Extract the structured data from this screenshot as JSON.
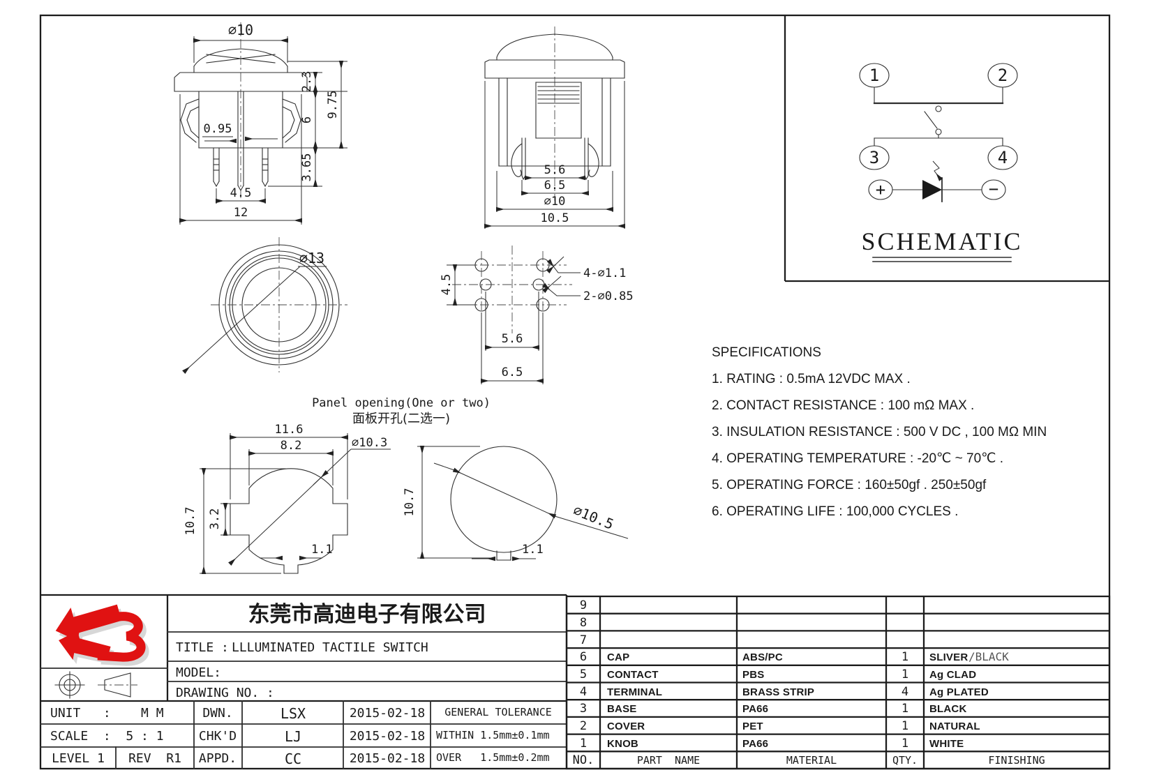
{
  "views": {
    "front": {
      "dia_cap": "∅10",
      "flange_h": "2.3",
      "total_h": "9.75",
      "body_h": "6",
      "pin_w": "0.95",
      "pin_len": "3.65",
      "pin_pitch": "4.5",
      "mount_w": "12"
    },
    "side": {
      "pin_span": "5.6",
      "clip_span": "6.5",
      "dia": "∅10",
      "overall_w": "10.5"
    },
    "top": {
      "dia": "∅13"
    },
    "pin_layout": {
      "row_pitch": "4.5",
      "col_pitch": "5.6",
      "outer_pitch": "6.5",
      "corner_holes": "4-∅1.1",
      "led_holes": "2-∅0.85"
    },
    "panel_opening": {
      "caption_en": "Panel opening(One or two)",
      "caption_cn": "面板开孔(二选一)",
      "a": {
        "overall_w": "11.6",
        "flat_w": "8.2",
        "dia": "∅10.3",
        "notch_h": "3.2",
        "h": "10.7",
        "tab_w": "1.1"
      },
      "b": {
        "h": "10.7",
        "dia": "∅10.5",
        "tab_w": "1.1"
      }
    }
  },
  "schematic": {
    "label": "SCHEMATIC",
    "t1": "1",
    "t2": "2",
    "t3": "3",
    "t4": "4",
    "plus": "+",
    "minus": "−"
  },
  "specifications": {
    "heading": "SPECIFICATIONS",
    "items": [
      "1. RATING : 0.5mA 12VDC MAX .",
      "2. CONTACT RESISTANCE : 100 mΩ MAX .",
      "3. INSULATION RESISTANCE : 500 V DC , 100 MΩ MIN",
      "4. OPERATING TEMPERATURE : -20℃ ~ 70℃ .",
      "5. OPERATING FORCE : 160±50gf . 250±50gf",
      "6. OPERATING LIFE : 100,000 CYCLES ."
    ]
  },
  "title_block": {
    "company": "东莞市高迪电子有限公司",
    "title_label": "TITLE :",
    "title": "LLLUMINATED TACTILE SWITCH",
    "model_label": "MODEL:",
    "drawing_label": "DRAWING NO. :",
    "unit_label": "UNIT   :    M M",
    "dwn_label": "DWN.",
    "dwn_by": "LSX",
    "dwn_date": "2015-02-18",
    "tol_heading": "GENERAL TOLERANCE",
    "scale_label": "SCALE  :  5 : 1",
    "chk_label": "CHK'D",
    "chk_by": "LJ",
    "chk_date": "2015-02-18",
    "tol_within": "WITHIN 1.5mm±0.1mm",
    "level_label": "LEVEL 1",
    "rev_label": "REV  R1",
    "appd_label": "APPD.",
    "appd_by": "CC",
    "appd_date": "2015-02-18",
    "tol_over": "OVER   1.5mm±0.2mm"
  },
  "parts_table": {
    "header": {
      "no": "NO.",
      "part": "PART  NAME",
      "material": "MATERIAL",
      "qty": "QTY.",
      "finishing": "FINISHING"
    },
    "rows": [
      {
        "no": "9",
        "part": "",
        "material": "",
        "qty": "",
        "finishing": "",
        "finishing_note": ""
      },
      {
        "no": "8",
        "part": "",
        "material": "",
        "qty": "",
        "finishing": "",
        "finishing_note": ""
      },
      {
        "no": "7",
        "part": "",
        "material": "",
        "qty": "",
        "finishing": "",
        "finishing_note": ""
      },
      {
        "no": "6",
        "part": "CAP",
        "material": "ABS/PC",
        "qty": "1",
        "finishing": "SLIVER",
        "finishing_note": "/BLACK"
      },
      {
        "no": "5",
        "part": "CONTACT",
        "material": "PBS",
        "qty": "1",
        "finishing": "Ag CLAD",
        "finishing_note": ""
      },
      {
        "no": "4",
        "part": "TERMINAL",
        "material": "BRASS STRIP",
        "qty": "4",
        "finishing": "Ag PLATED",
        "finishing_note": ""
      },
      {
        "no": "3",
        "part": "BASE",
        "material": "PA66",
        "qty": "1",
        "finishing": "BLACK",
        "finishing_note": ""
      },
      {
        "no": "2",
        "part": "COVER",
        "material": "PET",
        "qty": "1",
        "finishing": "NATURAL",
        "finishing_note": ""
      },
      {
        "no": "1",
        "part": "KNOB",
        "material": "PA66",
        "qty": "1",
        "finishing": "WHITE",
        "finishing_note": ""
      }
    ]
  },
  "colors": {
    "line": "#2e2e2e",
    "logo_red": "#e01212",
    "logo_shadow": "#c0c0c0"
  }
}
